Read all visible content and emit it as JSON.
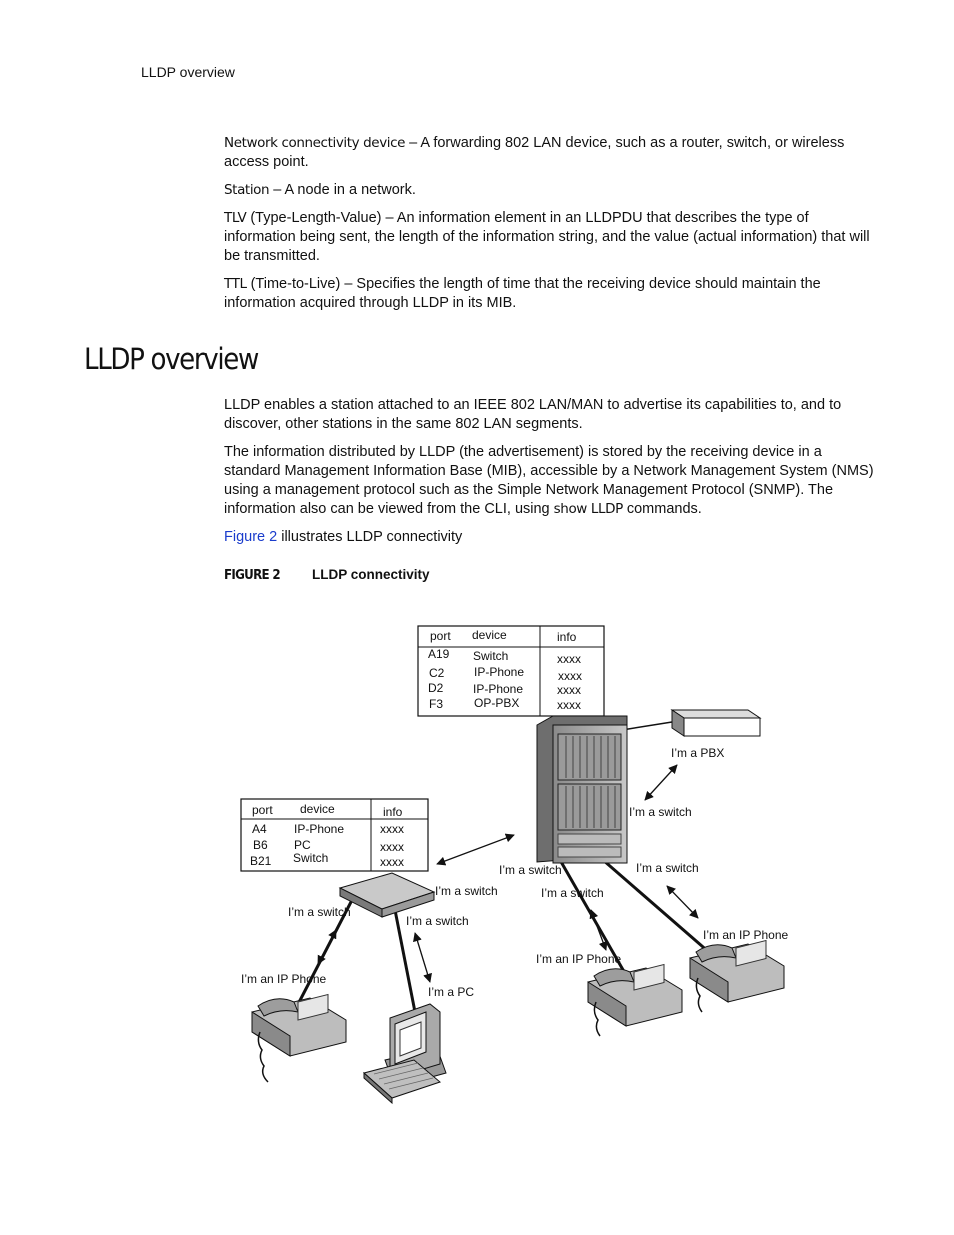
{
  "running_head": "LLDP overview",
  "definitions": [
    {
      "term": "Network connectivity device",
      "text": " – A forwarding 802 LAN device, such as a router, switch, or wireless access point."
    },
    {
      "term": "Station",
      "text": " – A node in a network."
    },
    {
      "term": "TLV",
      "text": " (Type-Length-Value) – An information element in an LLDPDU that describes the type of information being sent, the length of the information string, and the value (actual information) that will be transmitted."
    },
    {
      "term": "TTL",
      "text": " (Time-to-Live) – Specifies the length of time that the receiving device should maintain the information acquired through LLDP in its MIB."
    }
  ],
  "section_title": "LLDP overview",
  "paragraphs": {
    "p1": "LLDP enables a station attached to an IEEE 802 LAN/MAN to advertise its capabilities to, and to discover, other stations in the same 802 LAN segments.",
    "p2_a": "The information distributed by LLDP (the advertisement) is stored by the receiving device in a standard Management Information Base (MIB), accessible by a Network Management System (NMS) using a management protocol such as the Simple Network Management Protocol (SNMP). The information also can be viewed from the CLI, using ",
    "p2_cmd": "show LLDP",
    "p2_b": " commands.",
    "p3_link": "Figure 2",
    "p3_rest": " illustrates LLDP connectivity"
  },
  "figure": {
    "label": "FIGURE 2",
    "title": "LLDP connectivity",
    "top_table": {
      "headers": [
        "port",
        "device",
        "info"
      ],
      "rows": [
        [
          "A19",
          "Switch",
          "xxxx"
        ],
        [
          "C2",
          "IP-Phone",
          "xxxx"
        ],
        [
          "D2",
          "IP-Phone",
          "xxxx"
        ],
        [
          "F3",
          "OP-PBX",
          "xxxx"
        ]
      ]
    },
    "left_table": {
      "headers": [
        "port",
        "device",
        "info"
      ],
      "rows": [
        [
          "A4",
          "IP-Phone",
          "xxxx"
        ],
        [
          "B6",
          "PC",
          "xxxx"
        ],
        [
          "B21",
          "Switch",
          "xxxx"
        ]
      ]
    },
    "labels": {
      "pbx": "I’m a PBX",
      "switch_to_pbx": "I’m a switch",
      "switch_to_core": "I’m a switch",
      "small_switch_to_core": "I’m a switch",
      "switch_to_left_phone": "I’m a switch",
      "switch_to_pc": "I’m a switch",
      "left_phone": "I’m an IP Phone",
      "pc": "I’m a PC",
      "core_to_phone_mid": "I’m a switch",
      "core_to_phone_right": "I’m a switch",
      "phone_mid": "I’m an IP Phone",
      "phone_right": "I’m an IP Phone"
    }
  }
}
